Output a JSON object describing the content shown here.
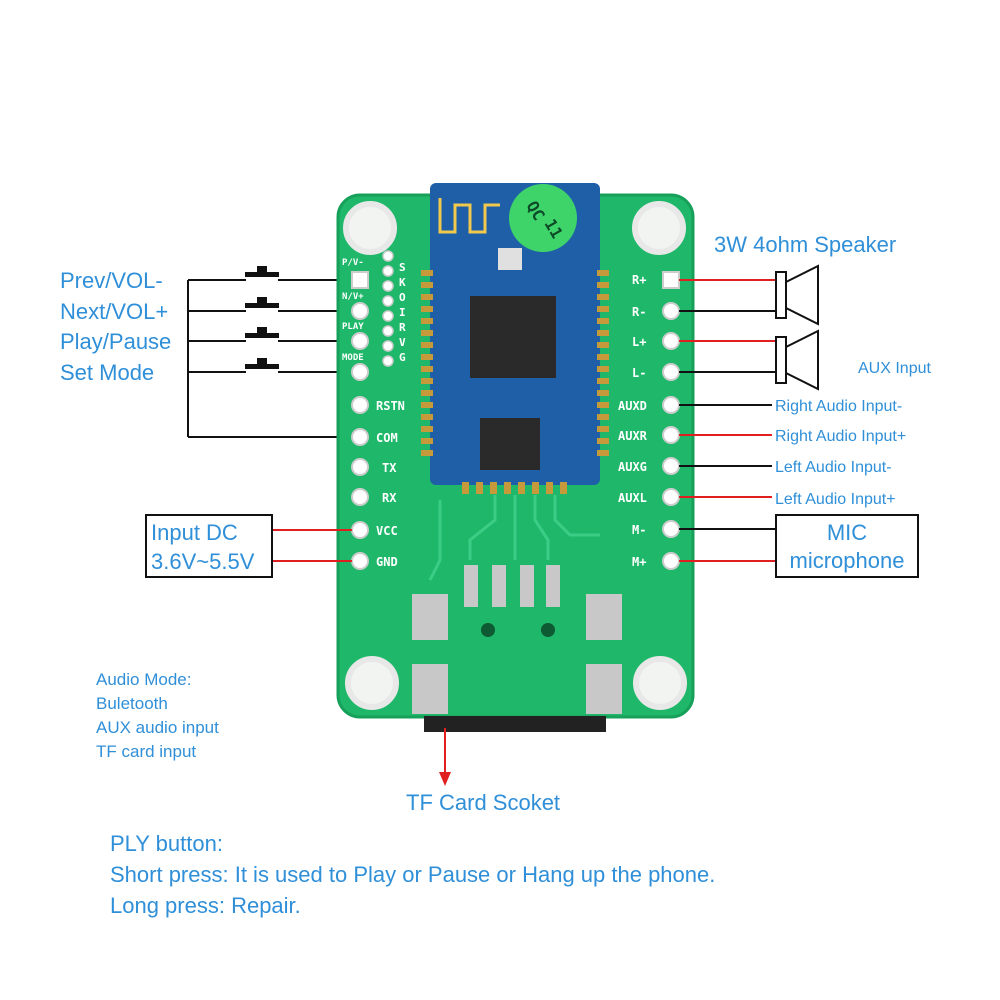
{
  "colors": {
    "label_blue": "#2f8fd8",
    "pcb_green": "#1fb86a",
    "module_blue": "#1f5fa8",
    "wire_red": "#e02020",
    "wire_black": "#111111"
  },
  "left_labels": {
    "prev": "Prev/VOL-",
    "next": "Next/VOL+",
    "play": "Play/Pause",
    "mode": "Set Mode"
  },
  "speaker_label": "3W 4ohm Speaker",
  "aux_input_label": "AUX Input",
  "right_labels": {
    "auxd": "Right Audio Input-",
    "auxr": "Right Audio Input+",
    "auxg": "Left Audio Input-",
    "auxl": "Left Audio Input+"
  },
  "mic_box": {
    "line1": "MIC",
    "line2": "microphone"
  },
  "power_box": {
    "line1": "Input DC",
    "line2": "3.6V~5.5V"
  },
  "audio_mode": {
    "title": "Audio Mode:",
    "items": [
      "Buletooth",
      "AUX audio input",
      "TF card input"
    ]
  },
  "tf_card_label": "TF Card Scoket",
  "ply_notes": {
    "title": "PLY button:",
    "short": "Short press: It is used to Play or Pause or Hang up the phone.",
    "long": "Long press: Repair."
  },
  "board_silkscreen": {
    "top_left_pins": [
      "P/V-",
      "N/V+",
      "PLAY",
      "MODE"
    ],
    "swd_letters": [
      "S",
      "K",
      "O",
      "I",
      "R",
      "V",
      "G"
    ],
    "left_pins": [
      "RSTN",
      "COM",
      "TX",
      "RX",
      "VCC",
      "GND"
    ],
    "right_pins": [
      "R+",
      "R-",
      "L+",
      "L-",
      "AUXD",
      "AUXR",
      "AUXG",
      "AUXL",
      "M-",
      "M+"
    ],
    "shield_text": [
      "QC",
      "11"
    ]
  }
}
